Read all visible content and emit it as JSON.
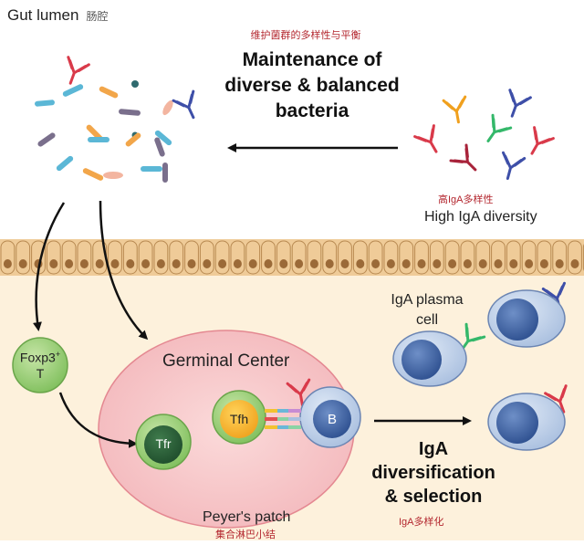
{
  "gut": {
    "title": "Gut lumen",
    "title_zh": "肠腔"
  },
  "maintenance": {
    "title_zh": "维护菌群的多样性与平衡",
    "lines": [
      "Maintenance of",
      "diverse & balanced",
      "bacteria"
    ]
  },
  "diversity": {
    "label_zh": "高IgA多样性",
    "label": "High IgA diversity"
  },
  "plasma": {
    "lines": [
      "IgA plasma",
      "cell"
    ]
  },
  "germinal": {
    "title": "Germinal Center"
  },
  "cells": {
    "foxp3": "Foxp3",
    "foxp3_sup": "+",
    "foxp3_t": "T",
    "tfr": "Tfr",
    "tfh": "Tfh",
    "b": "B"
  },
  "peyer": {
    "label": "Peyer's patch",
    "label_zh": "集合淋巴小结"
  },
  "iga_div": {
    "lines": [
      "IgA",
      "diversification",
      "& selection"
    ],
    "label_zh": "IgA多样化"
  },
  "colors": {
    "lumen_bg": "#ffffff",
    "tissue_bg": "#fdf1dc",
    "epithelium": "#efcb98",
    "epithelium_border": "#b88a52",
    "germinal_fill": "#f6c3c6",
    "germinal_border": "#e48891",
    "arrow": "#111111"
  }
}
